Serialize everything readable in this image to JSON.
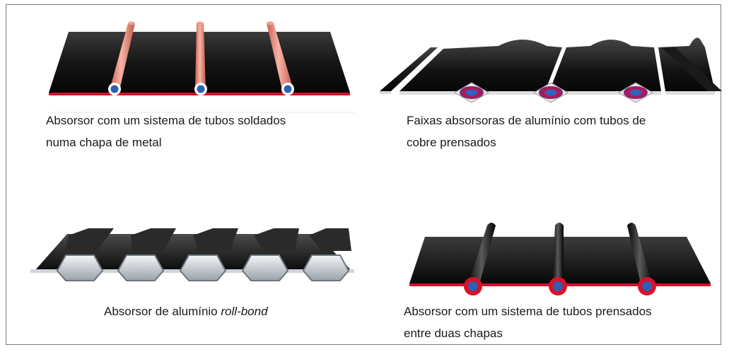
{
  "panels": [
    {
      "id": "welded-tubes",
      "caption": [
        "Absorsor com um sistema de tubos soldados",
        "numa chapa de metal"
      ]
    },
    {
      "id": "aluminium-strips",
      "caption": [
        "Faixas absorsoras de alumínio com tubos de",
        "cobre prensados"
      ]
    },
    {
      "id": "roll-bond",
      "caption_prefix": "Absorsor de alumínio ",
      "caption_italic": "roll-bond"
    },
    {
      "id": "pressed-tubes",
      "caption": [
        "Absorsor com um sistema de tubos prensados",
        "entre duas chapas"
      ]
    }
  ],
  "colors": {
    "plate": "#101010",
    "copper": "#e58a7a",
    "red_edge": "#d8102a",
    "fluid": "#2f5fb0",
    "aluminium": "#cfd4d8",
    "frame": "#7a7a7a"
  }
}
